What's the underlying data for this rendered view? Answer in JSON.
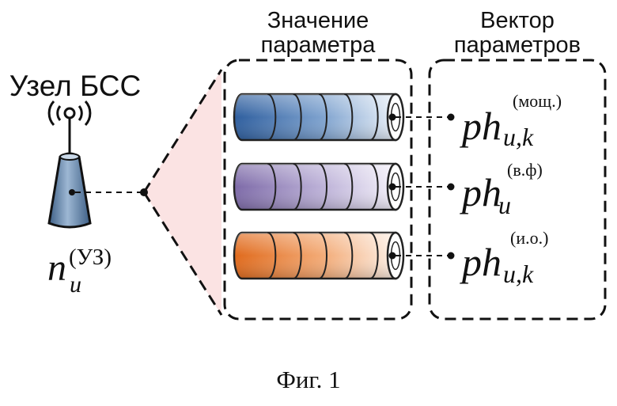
{
  "node": {
    "title": "Узел БСС",
    "symbol_base": "n",
    "symbol_sub": "u",
    "symbol_sup": "(УЗ)"
  },
  "columns": {
    "value_header_line1": "Значение",
    "value_header_line2": "параметра",
    "vector_header_line1": "Вектор",
    "vector_header_line2": "параметров"
  },
  "params": [
    {
      "base": "ph",
      "sub": "u,k",
      "sup": "(мощ.)",
      "color": "#3f6fa8"
    },
    {
      "base": "ph",
      "sub": "u",
      "sup": "(в.ф)",
      "color": "#8f7fb8"
    },
    {
      "base": "ph",
      "sub": "u,k",
      "sup": "(и.о.)",
      "color": "#e07a30"
    }
  ],
  "caption": "Фиг. 1"
}
